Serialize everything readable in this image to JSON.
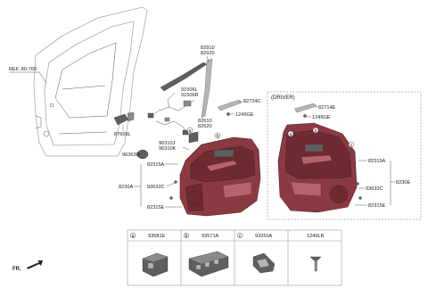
{
  "labels": {
    "ref": "REF. 80-760",
    "p82910": "82910",
    "p82920": "82920",
    "p91506L": "91506L",
    "p91506R": "91506R",
    "p87609L": "87609L",
    "p82724C": "82724C",
    "p1249GE_a": "1249GE",
    "p82610": "82610",
    "p82620": "82620",
    "p96310J": "96310J",
    "p96310K": "96310K",
    "p96363D": "96363D",
    "p82315A_a": "82315A",
    "p8230A": "8230A",
    "p93632C_a": "93632C",
    "p82315E_a": "82315E",
    "driver": "(DRIVER)",
    "p82714E": "82714E",
    "p1249GE_b": "1249GE",
    "p82315A_b": "82315A",
    "p8230E": "8230E",
    "p93632C_b": "93632C",
    "p82315E_b": "82315E",
    "fr": "FR."
  },
  "callouts": [
    "a",
    "b",
    "c"
  ],
  "parts_table": {
    "columns": [
      {
        "key": "a",
        "code": "93581E"
      },
      {
        "key": "b",
        "code": "93571A"
      },
      {
        "key": "c",
        "code": "93250A"
      },
      {
        "key": "",
        "code": "1249LB"
      }
    ]
  }
}
